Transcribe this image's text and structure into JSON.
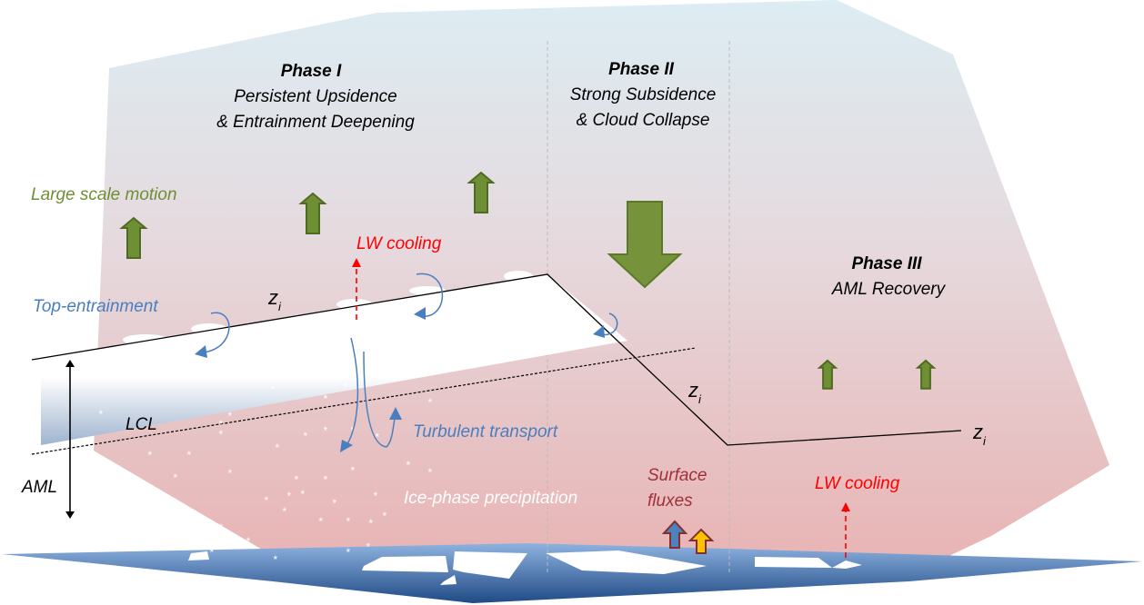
{
  "phases": [
    {
      "title": "Phase I",
      "line1": "Persistent Upsidence",
      "line2": "& Entrainment Deepening"
    },
    {
      "title": "Phase II",
      "line1": "Strong Subsidence",
      "line2": "& Cloud Collapse"
    },
    {
      "title": "Phase III",
      "line1": "AML Recovery"
    }
  ],
  "labels": {
    "large_scale_motion": "Large scale motion",
    "lw_cooling_top": "LW cooling",
    "lw_cooling_bottom": "LW cooling",
    "top_entrainment": "Top-entrainment",
    "turbulent_transport": "Turbulent transport",
    "ice_precip": "Ice-phase precipitation",
    "surface_fluxes_1": "Surface",
    "surface_fluxes_2": "fluxes",
    "lcl": "LCL",
    "aml": "AML",
    "zi": "z",
    "zi_sub": "i"
  },
  "colors": {
    "sky_top": "#dcedf3",
    "sky_bottom": "#e8b4b4",
    "motion_arrow": "#6f8f34",
    "entrainment": "#4a7ebf",
    "lw_cooling": "#ff0000",
    "sea": "#4f7fbf",
    "flux_sensible": "#4f81bd",
    "flux_latent": "#ffc000"
  }
}
